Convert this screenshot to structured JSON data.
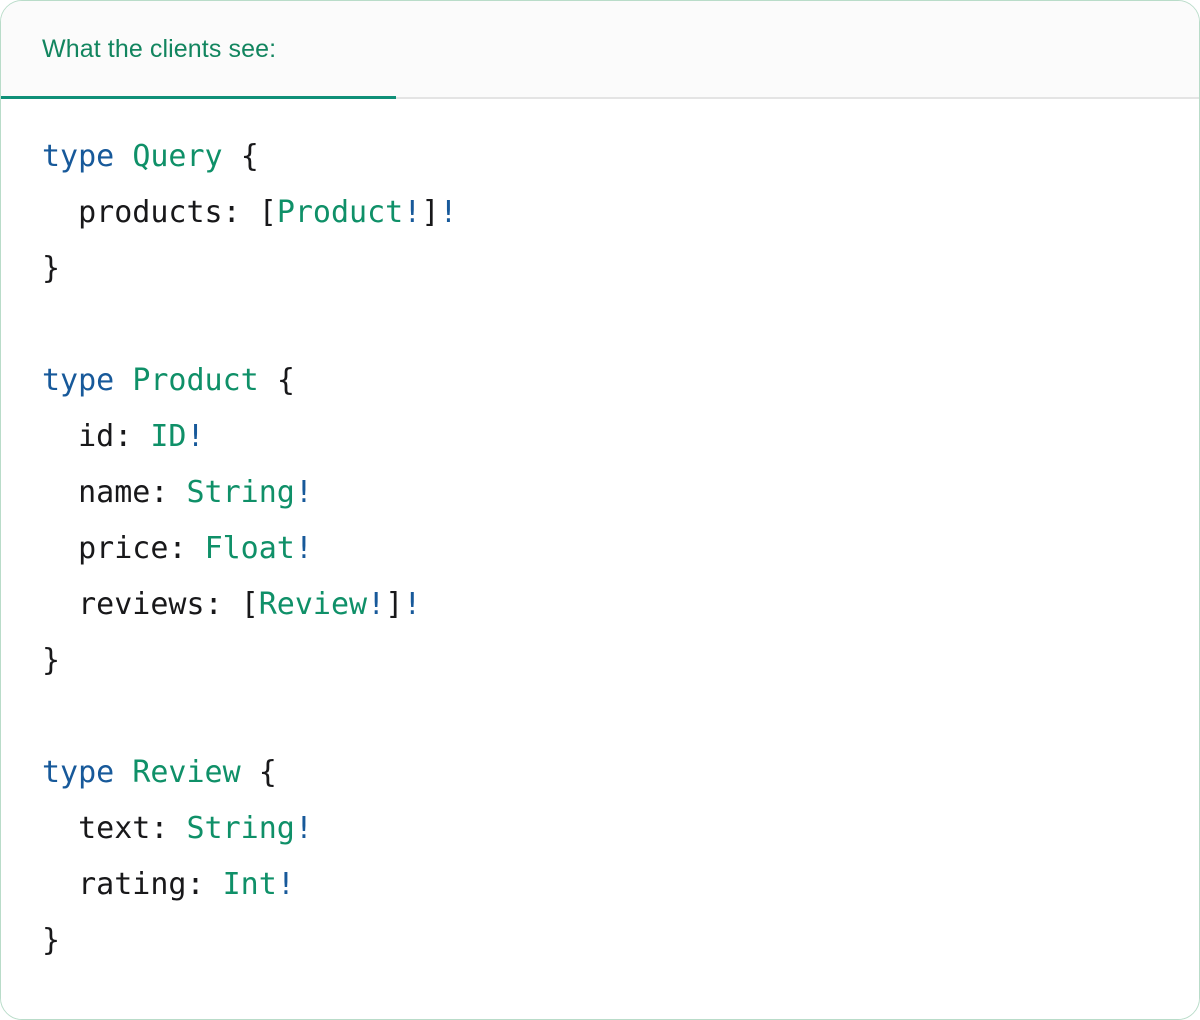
{
  "card": {
    "border_color": "#b9dcc9",
    "background": "#ffffff"
  },
  "tabs": {
    "active_index": 0,
    "items": [
      {
        "label": "What the clients see:",
        "active": true,
        "color": "#12855f",
        "underline_color": "#0f9078"
      }
    ]
  },
  "code": {
    "language": "graphql",
    "colors": {
      "keyword": "#17599a",
      "type_name": "#0f9068",
      "non_null": "#17599a",
      "punctuation": "#18181a",
      "field": "#18181a"
    },
    "lines": [
      {
        "tokens": [
          {
            "t": "type",
            "c": "kw"
          },
          {
            "t": " ",
            "c": "punc"
          },
          {
            "t": "Query",
            "c": "tname"
          },
          {
            "t": " ",
            "c": "punc"
          },
          {
            "t": "{",
            "c": "punc"
          }
        ]
      },
      {
        "tokens": [
          {
            "t": "  ",
            "c": "punc"
          },
          {
            "t": "products",
            "c": "fld"
          },
          {
            "t": ": ",
            "c": "punc"
          },
          {
            "t": "[",
            "c": "punc"
          },
          {
            "t": "Product",
            "c": "tname"
          },
          {
            "t": "!",
            "c": "bang"
          },
          {
            "t": "]",
            "c": "punc"
          },
          {
            "t": "!",
            "c": "bang"
          }
        ]
      },
      {
        "tokens": [
          {
            "t": "}",
            "c": "punc"
          }
        ]
      },
      {
        "tokens": []
      },
      {
        "tokens": [
          {
            "t": "type",
            "c": "kw"
          },
          {
            "t": " ",
            "c": "punc"
          },
          {
            "t": "Product",
            "c": "tname"
          },
          {
            "t": " ",
            "c": "punc"
          },
          {
            "t": "{",
            "c": "punc"
          }
        ]
      },
      {
        "tokens": [
          {
            "t": "  ",
            "c": "punc"
          },
          {
            "t": "id",
            "c": "fld"
          },
          {
            "t": ": ",
            "c": "punc"
          },
          {
            "t": "ID",
            "c": "tname"
          },
          {
            "t": "!",
            "c": "bang"
          }
        ]
      },
      {
        "tokens": [
          {
            "t": "  ",
            "c": "punc"
          },
          {
            "t": "name",
            "c": "fld"
          },
          {
            "t": ": ",
            "c": "punc"
          },
          {
            "t": "String",
            "c": "tname"
          },
          {
            "t": "!",
            "c": "bang"
          }
        ]
      },
      {
        "tokens": [
          {
            "t": "  ",
            "c": "punc"
          },
          {
            "t": "price",
            "c": "fld"
          },
          {
            "t": ": ",
            "c": "punc"
          },
          {
            "t": "Float",
            "c": "tname"
          },
          {
            "t": "!",
            "c": "bang"
          }
        ]
      },
      {
        "tokens": [
          {
            "t": "  ",
            "c": "punc"
          },
          {
            "t": "reviews",
            "c": "fld"
          },
          {
            "t": ": ",
            "c": "punc"
          },
          {
            "t": "[",
            "c": "punc"
          },
          {
            "t": "Review",
            "c": "tname"
          },
          {
            "t": "!",
            "c": "bang"
          },
          {
            "t": "]",
            "c": "punc"
          },
          {
            "t": "!",
            "c": "bang"
          }
        ]
      },
      {
        "tokens": [
          {
            "t": "}",
            "c": "punc"
          }
        ]
      },
      {
        "tokens": []
      },
      {
        "tokens": [
          {
            "t": "type",
            "c": "kw"
          },
          {
            "t": " ",
            "c": "punc"
          },
          {
            "t": "Review",
            "c": "tname"
          },
          {
            "t": " ",
            "c": "punc"
          },
          {
            "t": "{",
            "c": "punc"
          }
        ]
      },
      {
        "tokens": [
          {
            "t": "  ",
            "c": "punc"
          },
          {
            "t": "text",
            "c": "fld"
          },
          {
            "t": ": ",
            "c": "punc"
          },
          {
            "t": "String",
            "c": "tname"
          },
          {
            "t": "!",
            "c": "bang"
          }
        ]
      },
      {
        "tokens": [
          {
            "t": "  ",
            "c": "punc"
          },
          {
            "t": "rating",
            "c": "fld"
          },
          {
            "t": ": ",
            "c": "punc"
          },
          {
            "t": "Int",
            "c": "tname"
          },
          {
            "t": "!",
            "c": "bang"
          }
        ]
      },
      {
        "tokens": [
          {
            "t": "}",
            "c": "punc"
          }
        ]
      }
    ]
  }
}
